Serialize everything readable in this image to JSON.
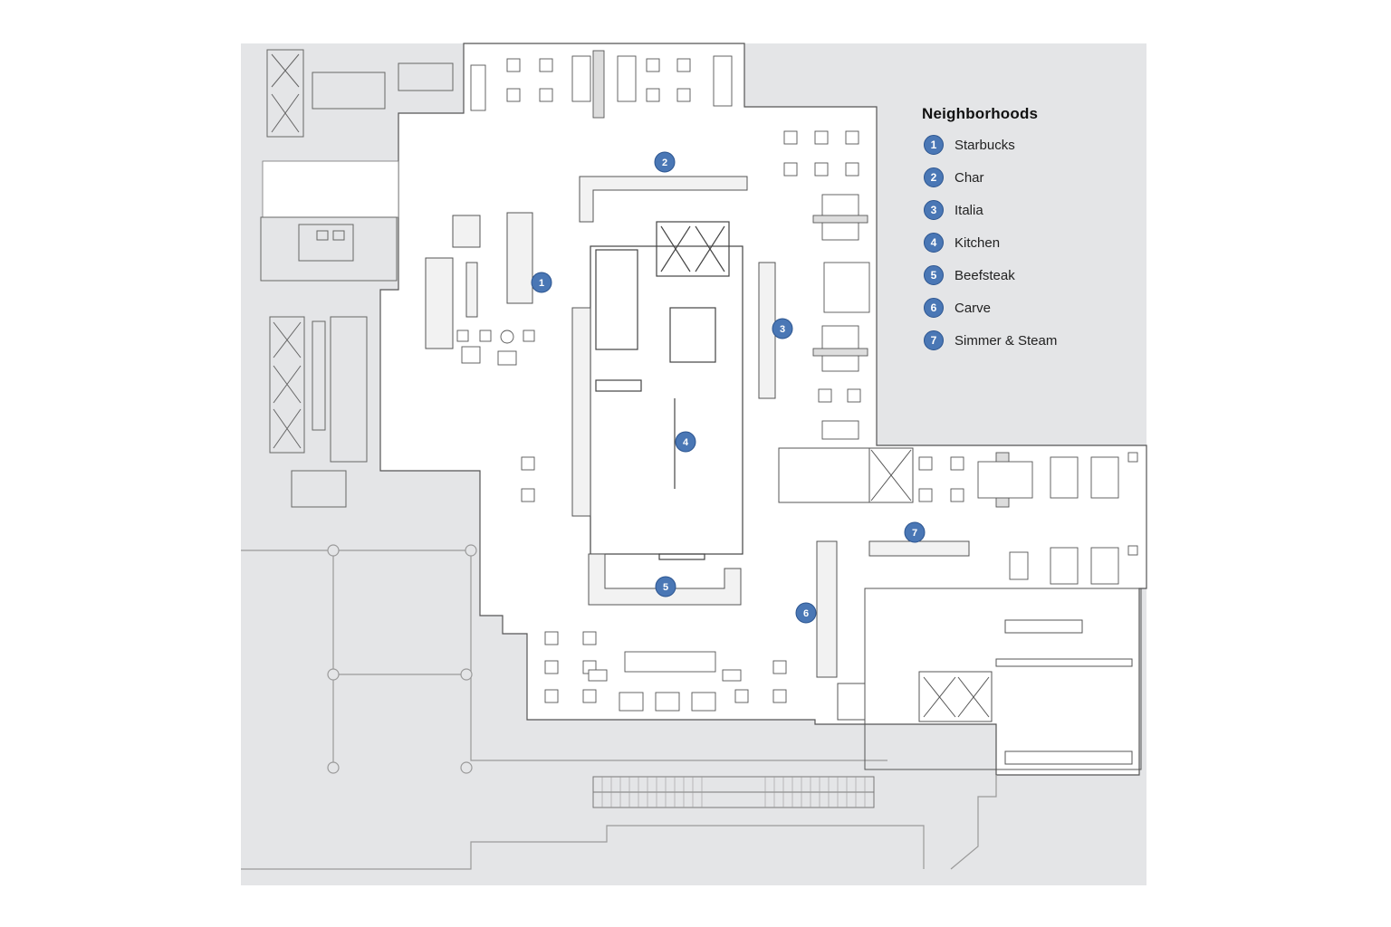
{
  "legend": {
    "title": "Neighborhoods",
    "items": [
      {
        "num": "1",
        "label": "Starbucks"
      },
      {
        "num": "2",
        "label": "Char"
      },
      {
        "num": "3",
        "label": "Italia"
      },
      {
        "num": "4",
        "label": "Kitchen"
      },
      {
        "num": "5",
        "label": "Beefsteak"
      },
      {
        "num": "6",
        "label": "Carve"
      },
      {
        "num": "7",
        "label": "Simmer & Steam"
      }
    ]
  },
  "markers": [
    "1",
    "2",
    "3",
    "4",
    "5",
    "6",
    "7"
  ],
  "colors": {
    "marker_fill": "#4a77b5",
    "marker_stroke": "#2c5590",
    "surrounding_area": "#e4e5e7",
    "floor": "#ffffff",
    "walls": "#555555"
  }
}
